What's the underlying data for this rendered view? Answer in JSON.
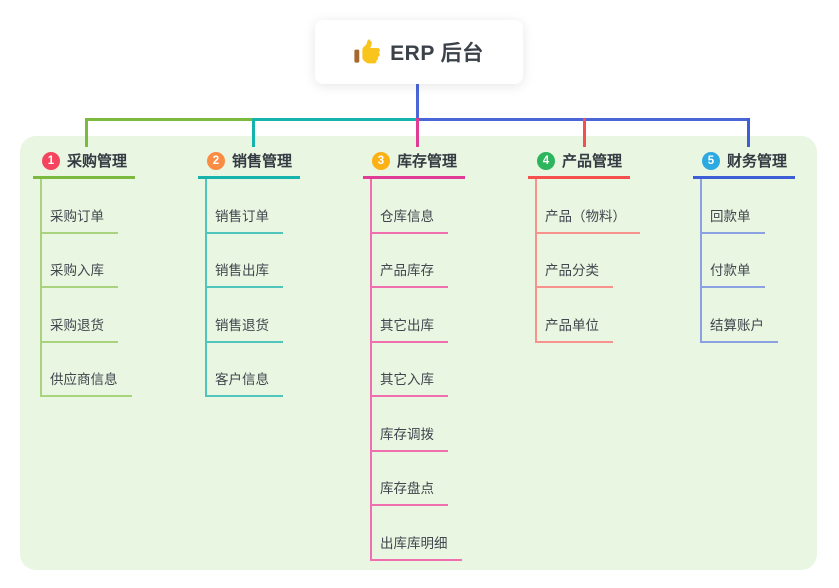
{
  "root": {
    "title": "ERP 后台",
    "icon": "thumbs-up-icon"
  },
  "colors": {
    "center_line": "#4a66d8",
    "panel_bg": "#e9f6e2",
    "title_text": "#333a41",
    "item_text": "#40464d",
    "thumb_yellow": "#f9c51d",
    "thumb_cuff": "#a5682d"
  },
  "branches": [
    {
      "number": "1",
      "label": "采购管理",
      "badge_color": "#f5455e",
      "line_color": "#7cb93f",
      "item_line_color": "#a9d37e",
      "items": [
        "采购订单",
        "采购入库",
        "采购退货",
        "供应商信息"
      ]
    },
    {
      "number": "2",
      "label": "销售管理",
      "badge_color": "#fb8c44",
      "line_color": "#14b3ab",
      "item_line_color": "#4fc5bc",
      "items": [
        "销售订单",
        "销售出库",
        "销售退货",
        "客户信息"
      ]
    },
    {
      "number": "3",
      "label": "库存管理",
      "badge_color": "#fcb115",
      "line_color": "#e03c96",
      "item_line_color": "#f06fae",
      "items": [
        "仓库信息",
        "产品库存",
        "其它出库",
        "其它入库",
        "库存调拨",
        "库存盘点",
        "出库库明细"
      ]
    },
    {
      "number": "4",
      "label": "产品管理",
      "badge_color": "#2db55d",
      "line_color": "#f5504e",
      "item_line_color": "#f9928e",
      "items": [
        "产品（物料）",
        "产品分类",
        "产品单位"
      ]
    },
    {
      "number": "5",
      "label": "财务管理",
      "badge_color": "#2ba9e1",
      "line_color": "#3e5ed7",
      "item_line_color": "#8ba1e2",
      "items": [
        "回款单",
        "付款单",
        "结算账户"
      ]
    }
  ]
}
